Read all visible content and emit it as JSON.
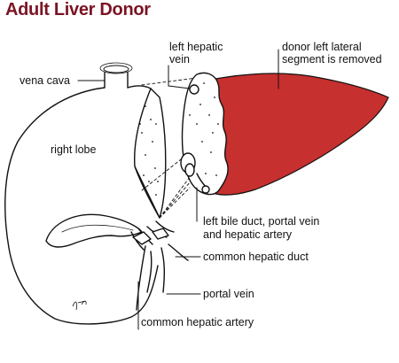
{
  "title": "Adult Liver Donor",
  "colors": {
    "title": "#7a1424",
    "removed_segment": "#c6302f",
    "outline": "#111111"
  },
  "labels": {
    "vena_cava": "vena cava",
    "left_hepatic_vein_line1": "left hepatic",
    "left_hepatic_vein_line2": "vein",
    "donor_segment_line1": "donor left lateral",
    "donor_segment_line2": "segment is removed",
    "right_lobe": "right lobe",
    "bile_duct_line1": "left bile duct, portal vein",
    "bile_duct_line2": "and hepatic artery",
    "common_hepatic_duct": "common hepatic duct",
    "portal_vein": "portal vein",
    "common_hepatic_artery": "common hepatic artery"
  }
}
